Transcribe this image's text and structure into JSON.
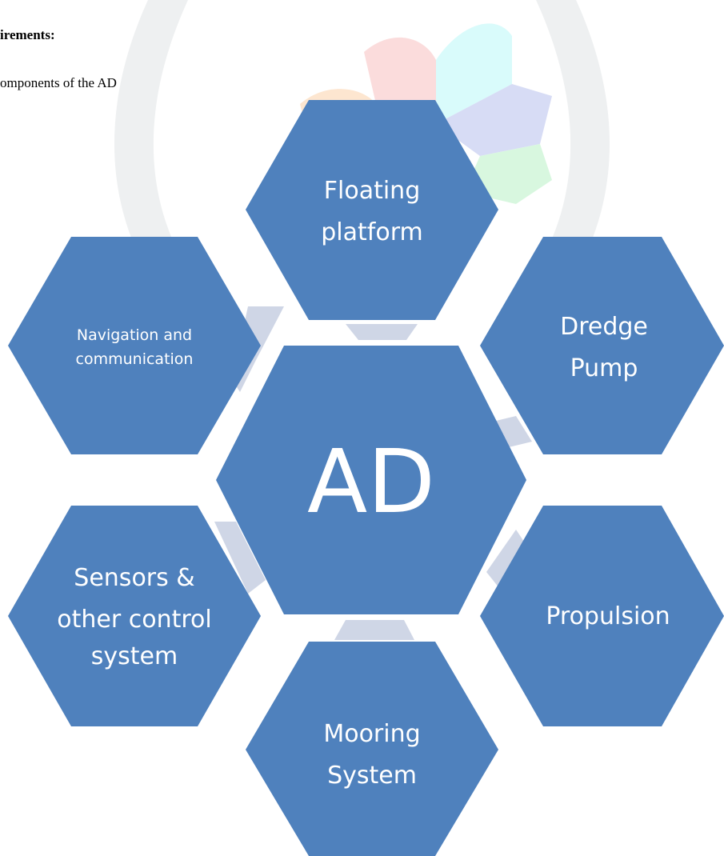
{
  "document": {
    "heading": "irements:",
    "intro": "omponents of the AD are:"
  },
  "diagram": {
    "center": "AD",
    "nodes": {
      "top": [
        "Floating",
        "platform"
      ],
      "upper_right": [
        "Dredge",
        "Pump"
      ],
      "lower_right": [
        "Propulsion"
      ],
      "bottom": [
        "Mooring",
        "System"
      ],
      "lower_left": [
        "Sensors &",
        "other control",
        "system"
      ],
      "upper_left": [
        "Navigation and",
        "communication"
      ]
    }
  },
  "colors": {
    "hex_fill": "#4f81bd",
    "connector": "#cfd6e6",
    "watermark": "#eef0f1",
    "label_text": "#ffffff"
  }
}
